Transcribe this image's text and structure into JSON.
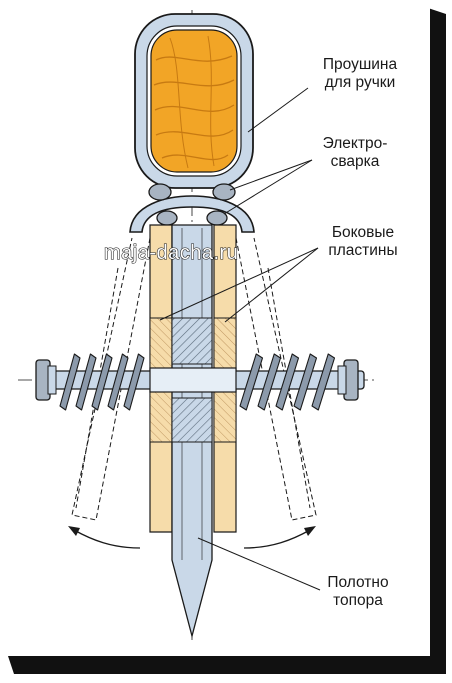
{
  "labels": {
    "eyelet_line1": "Проушина",
    "eyelet_line2": "для ручки",
    "weld_line1": "Электро-",
    "weld_line2": "сварка",
    "plates_line1": "Боковые",
    "plates_line2": "пластины",
    "blade_line1": "Полотно",
    "blade_line2": "топора"
  },
  "watermark": "maja-dacha.ru",
  "colors": {
    "wood": "#f2a526",
    "wood_grain": "#c77a12",
    "plate_fill": "#f6dcaa",
    "metal": "#c9d8e8",
    "outline": "#1a1a1a",
    "shadow": "#111111"
  }
}
